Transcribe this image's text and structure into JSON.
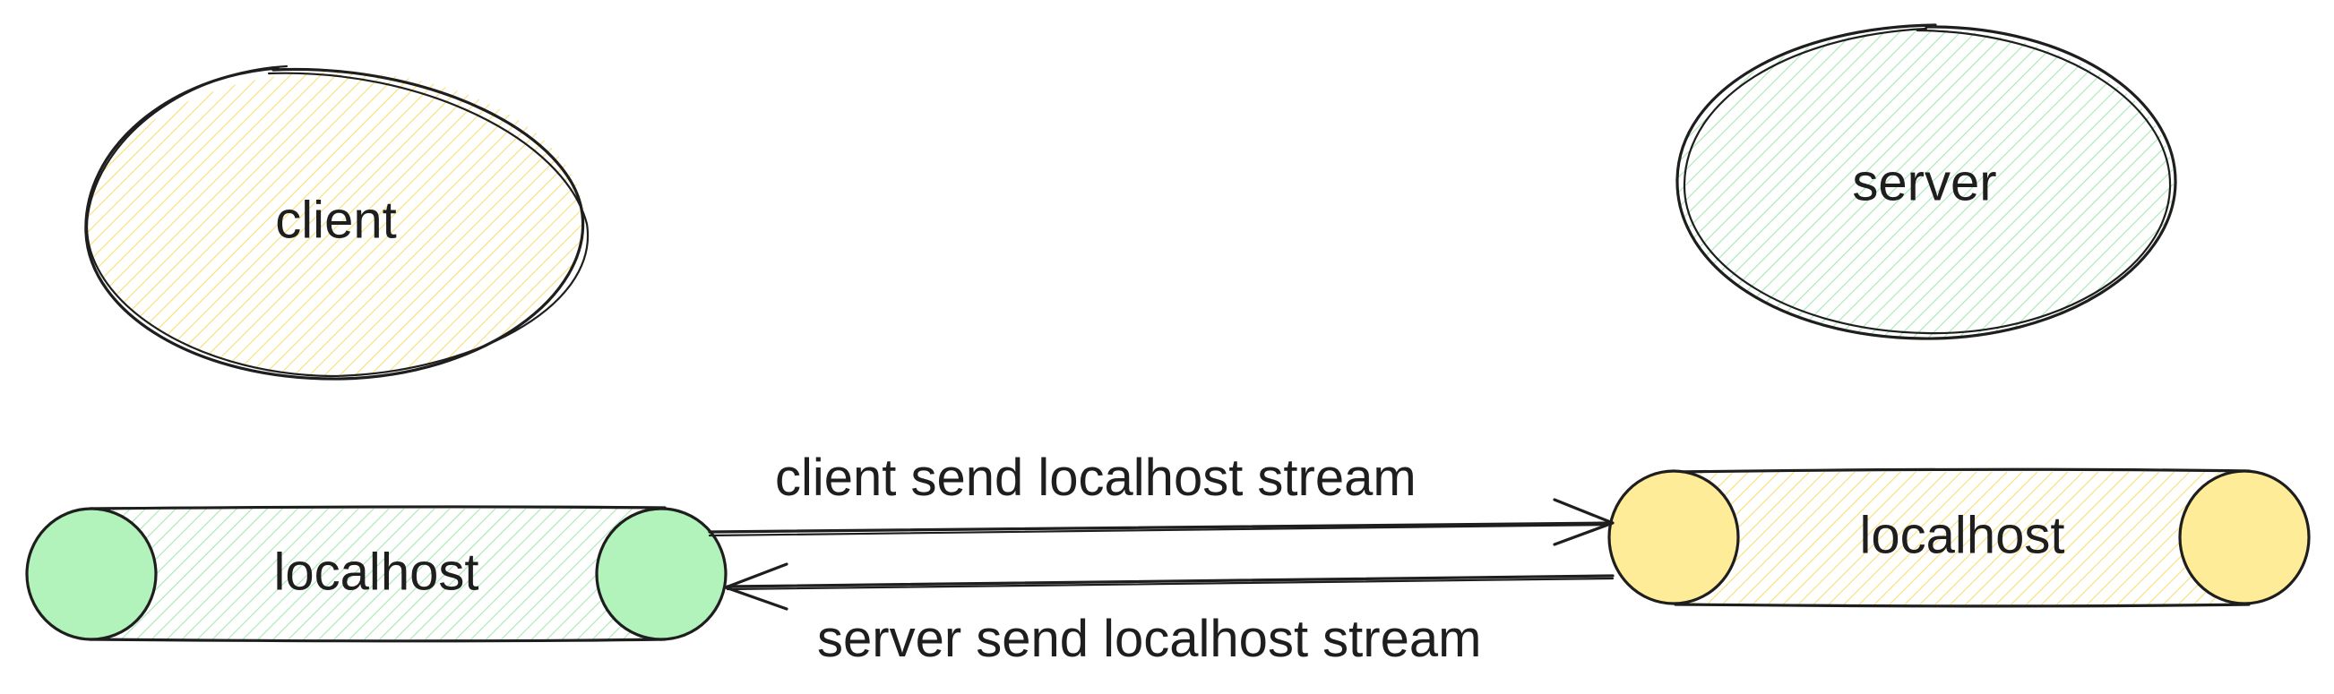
{
  "nodes": {
    "client": {
      "label": "client",
      "fill": "#ffec99"
    },
    "server": {
      "label": "server",
      "fill": "#b2f2bb"
    },
    "client_localhost": {
      "label": "localhost",
      "fill": "#b2f2bb"
    },
    "server_localhost": {
      "label": "localhost",
      "fill": "#ffec99"
    }
  },
  "edges": {
    "client_to_server": {
      "label": "client send localhost stream"
    },
    "server_to_client": {
      "label": "server send localhost stream"
    }
  },
  "colors": {
    "stroke": "#1e1e1e",
    "green": "#b2f2bb",
    "yellow": "#ffec99"
  }
}
